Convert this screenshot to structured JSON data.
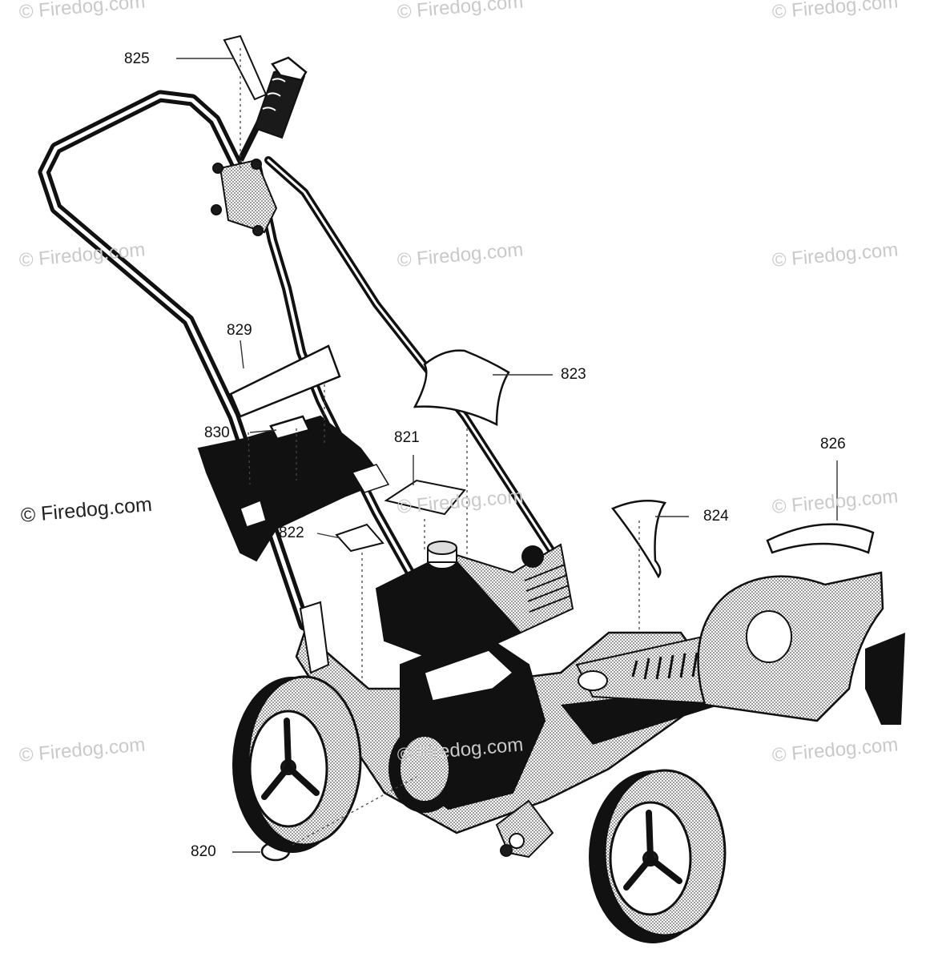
{
  "watermark": {
    "text_small": "© Firedog.com",
    "text_main": "© Firedog.com",
    "color": "#c9c9c9"
  },
  "callouts": {
    "c820": "820",
    "c821": "821",
    "c822": "822",
    "c823": "823",
    "c824": "824",
    "c825": "825",
    "c826": "826",
    "c829": "829",
    "c830": "830"
  }
}
